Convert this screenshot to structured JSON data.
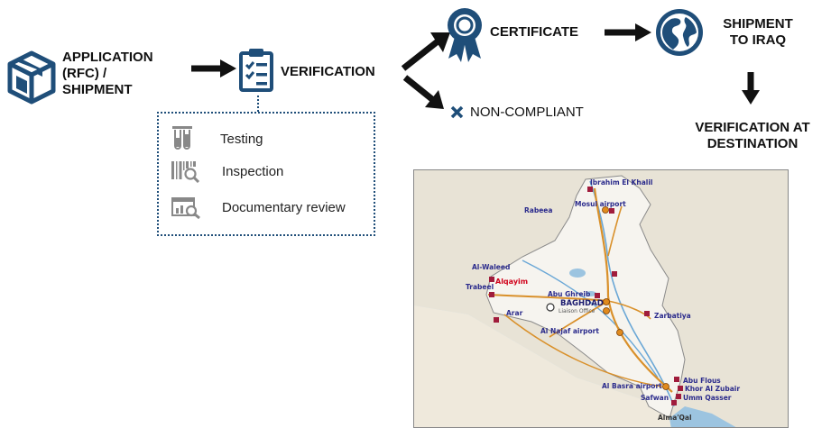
{
  "flow": {
    "application_label": "APPLICATION\n(RFC) /\nSHIPMENT",
    "verification_label": "VERIFICATION",
    "certificate_label": "CERTIFICATE",
    "non_compliant_label": "NON-COMPLIANT",
    "shipment_label": "SHIPMENT\nTO IRAQ",
    "destination_label": "VERIFICATION AT\nDESTINATION"
  },
  "verification_methods": [
    {
      "label": "Testing",
      "icon": "test-tubes-icon"
    },
    {
      "label": "Inspection",
      "icon": "barcode-magnifier-icon"
    },
    {
      "label": "Documentary review",
      "icon": "chart-magnifier-icon"
    }
  ],
  "map": {
    "cities": {
      "ibrahim": "Ibrahim El Khalil",
      "rabeea": "Rabeea",
      "mosul": "Mosul airport",
      "alwaleed": "Al-Waleed",
      "alqayim": "Alqayim",
      "trabeel": "Trabeel",
      "abughreib": "Abu Ghreib",
      "baghdad": "BAGHDAD",
      "liaison": "Liaison Office",
      "zarbatiya": "Zarbatiya",
      "arar": "Arar",
      "najaf": "Al Najaf airport",
      "abuflous": "Abu Flous",
      "khor": "Khor Al Zubair",
      "basra": "Al Basra airport",
      "umm": "Umm Qasser",
      "safwan": "Safwan",
      "almaqal": "Alma'Qal"
    }
  },
  "colors": {
    "icon_blue": "#1f4e79",
    "arrow_black": "#111111",
    "marker_red": "#a01c3c",
    "road_orange": "#d9902a"
  }
}
